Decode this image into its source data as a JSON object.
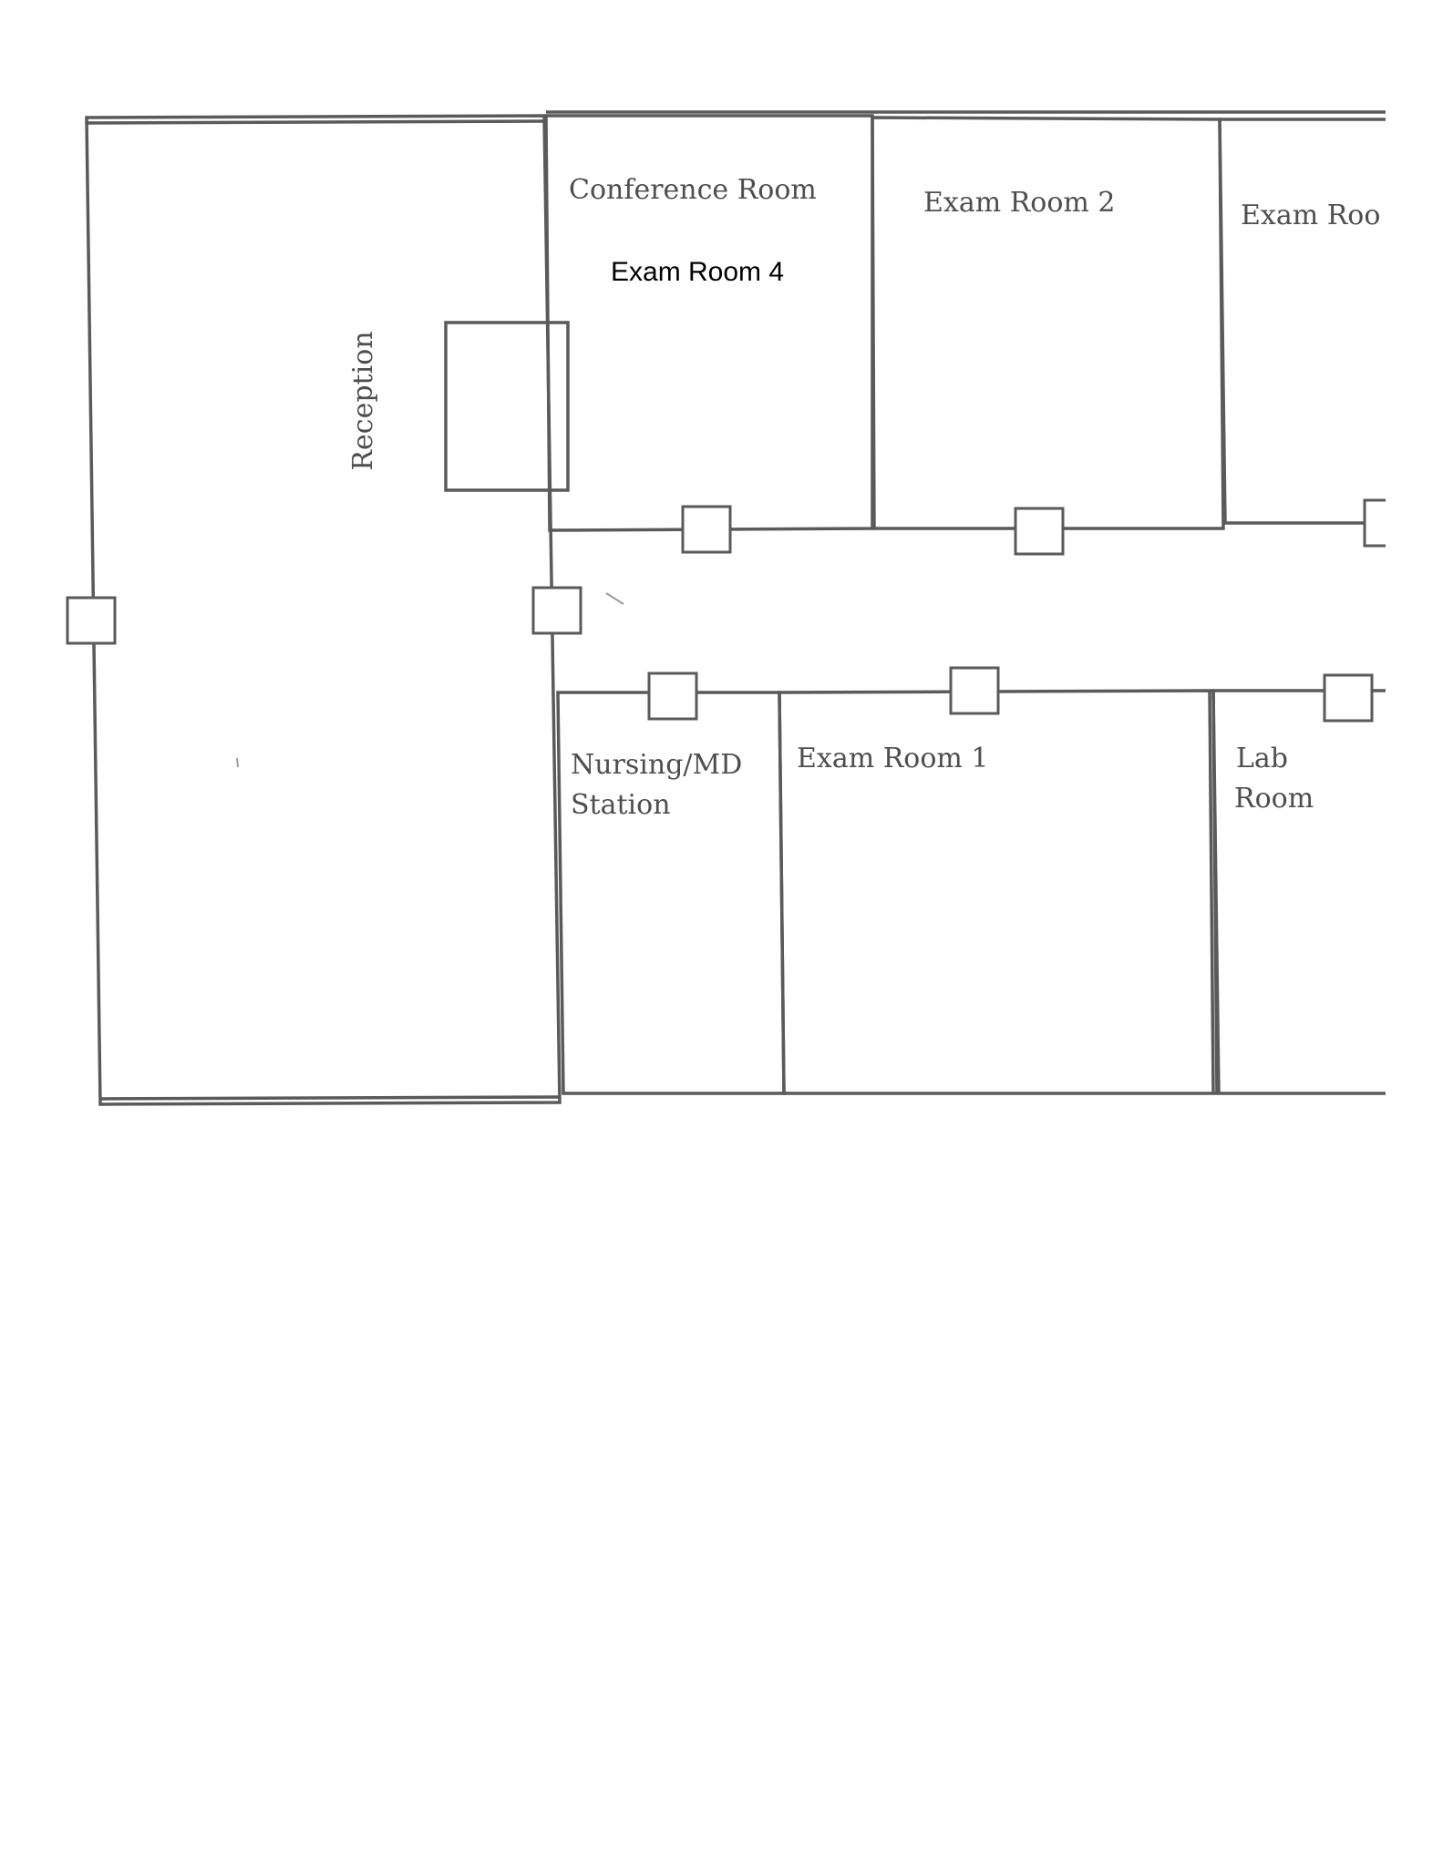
{
  "rooms": {
    "reception": "Reception",
    "conference": "Conference Room",
    "exam4": "Exam Room 4",
    "exam2": "Exam Room 2",
    "exam3_partial": "Exam Roo",
    "nursing_line1": "Nursing/MD",
    "nursing_line2": "Station",
    "exam1": "Exam Room 1",
    "lab_line1": "Lab",
    "lab_line2": "Room"
  }
}
